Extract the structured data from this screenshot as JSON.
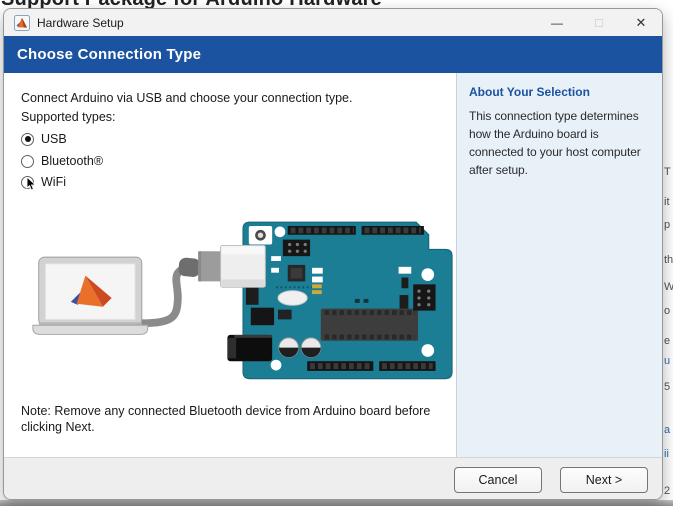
{
  "background": {
    "top_heading_clipped": "Support Package for Arduino Hardware",
    "right_edge_fragments": [
      "T",
      "it",
      "p",
      "th",
      "W",
      "o",
      "e",
      "u",
      "5",
      "a",
      "ii",
      "2"
    ]
  },
  "window": {
    "title": "Hardware Setup",
    "controls": {
      "minimize": "—",
      "maximize": "□",
      "close": "✕"
    }
  },
  "header": {
    "title": "Choose Connection Type"
  },
  "main": {
    "intro": "Connect Arduino via USB and choose your connection type.",
    "supported_label": "Supported types:",
    "options": [
      {
        "label": "USB",
        "selected": true
      },
      {
        "label": "Bluetooth®",
        "selected": false
      },
      {
        "label": "WiFi",
        "selected": false
      }
    ],
    "note": "Note: Remove any connected Bluetooth device from Arduino board before clicking Next."
  },
  "sidebar": {
    "heading": "About Your Selection",
    "body": "This connection type determines how the Arduino board is connected to your host computer after setup."
  },
  "footer": {
    "cancel_label": "Cancel",
    "next_label": "Next >"
  },
  "colors": {
    "header_blue": "#1c53a1",
    "sidebar_bg": "#e9f1f8",
    "accent_blue": "#1b52a1",
    "board_teal": "#1b7e95"
  }
}
